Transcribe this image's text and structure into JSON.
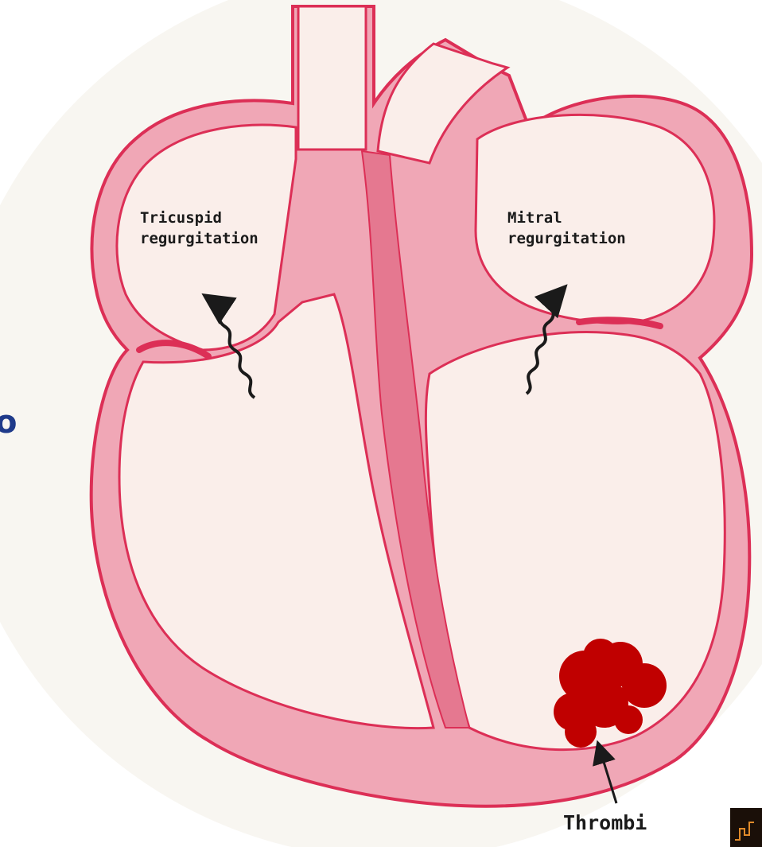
{
  "labels": {
    "tricuspid": "Tricuspid\nregurgitation",
    "mitral": "Mitral\nregurgitation",
    "thrombi": "Thrombi"
  },
  "side_text": "o",
  "colors": {
    "wall": "#dc2f56",
    "wall_fill": "#f0a7b6",
    "chamber": "#faeeea",
    "background_disc": "#f8f6f1",
    "thrombus": "#c00000",
    "arrow": "#1a1a1a",
    "side_text": "#1f3a8a"
  },
  "icons": {
    "regurgitation_arrow": "wavy-arrow-icon",
    "pointer_arrow": "straight-arrow-icon",
    "corner_thumbnail": "thumbnail-icon"
  }
}
